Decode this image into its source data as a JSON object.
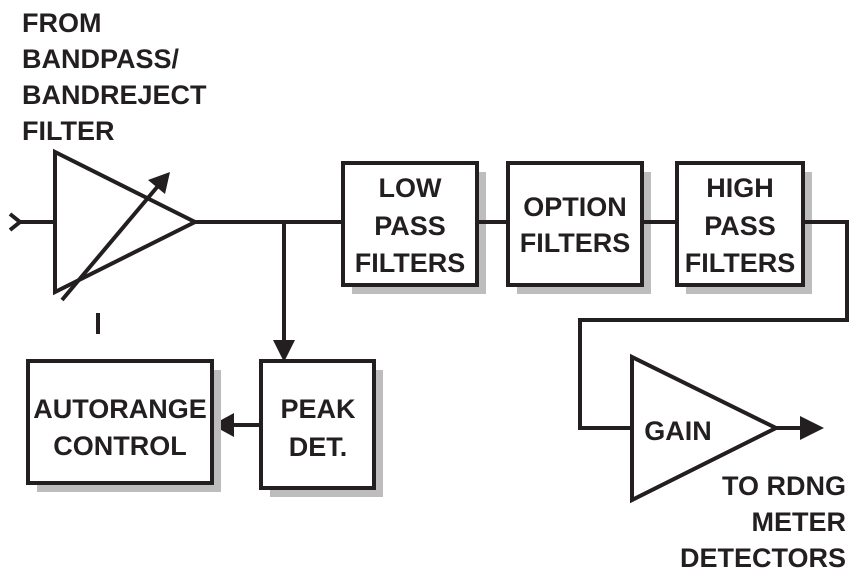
{
  "diagram": {
    "source_label": [
      "FROM",
      "BANDPASS/",
      "BANDREJECT",
      "FILTER"
    ],
    "low_pass": [
      "LOW",
      "PASS",
      "FILTERS"
    ],
    "option": [
      "OPTION",
      "FILTERS"
    ],
    "high_pass": [
      "HIGH",
      "PASS",
      "FILTERS"
    ],
    "peak": [
      "PEAK",
      "DET."
    ],
    "autorange": [
      "AUTORANGE",
      "CONTROL"
    ],
    "gain": "GAIN",
    "output_label": [
      "TO RDNG",
      "METER",
      "DETECTORS"
    ],
    "control_mark": "I"
  },
  "colors": {
    "ink": "#231f20",
    "shadow": "#bdbdbd",
    "background": "#ffffff"
  }
}
